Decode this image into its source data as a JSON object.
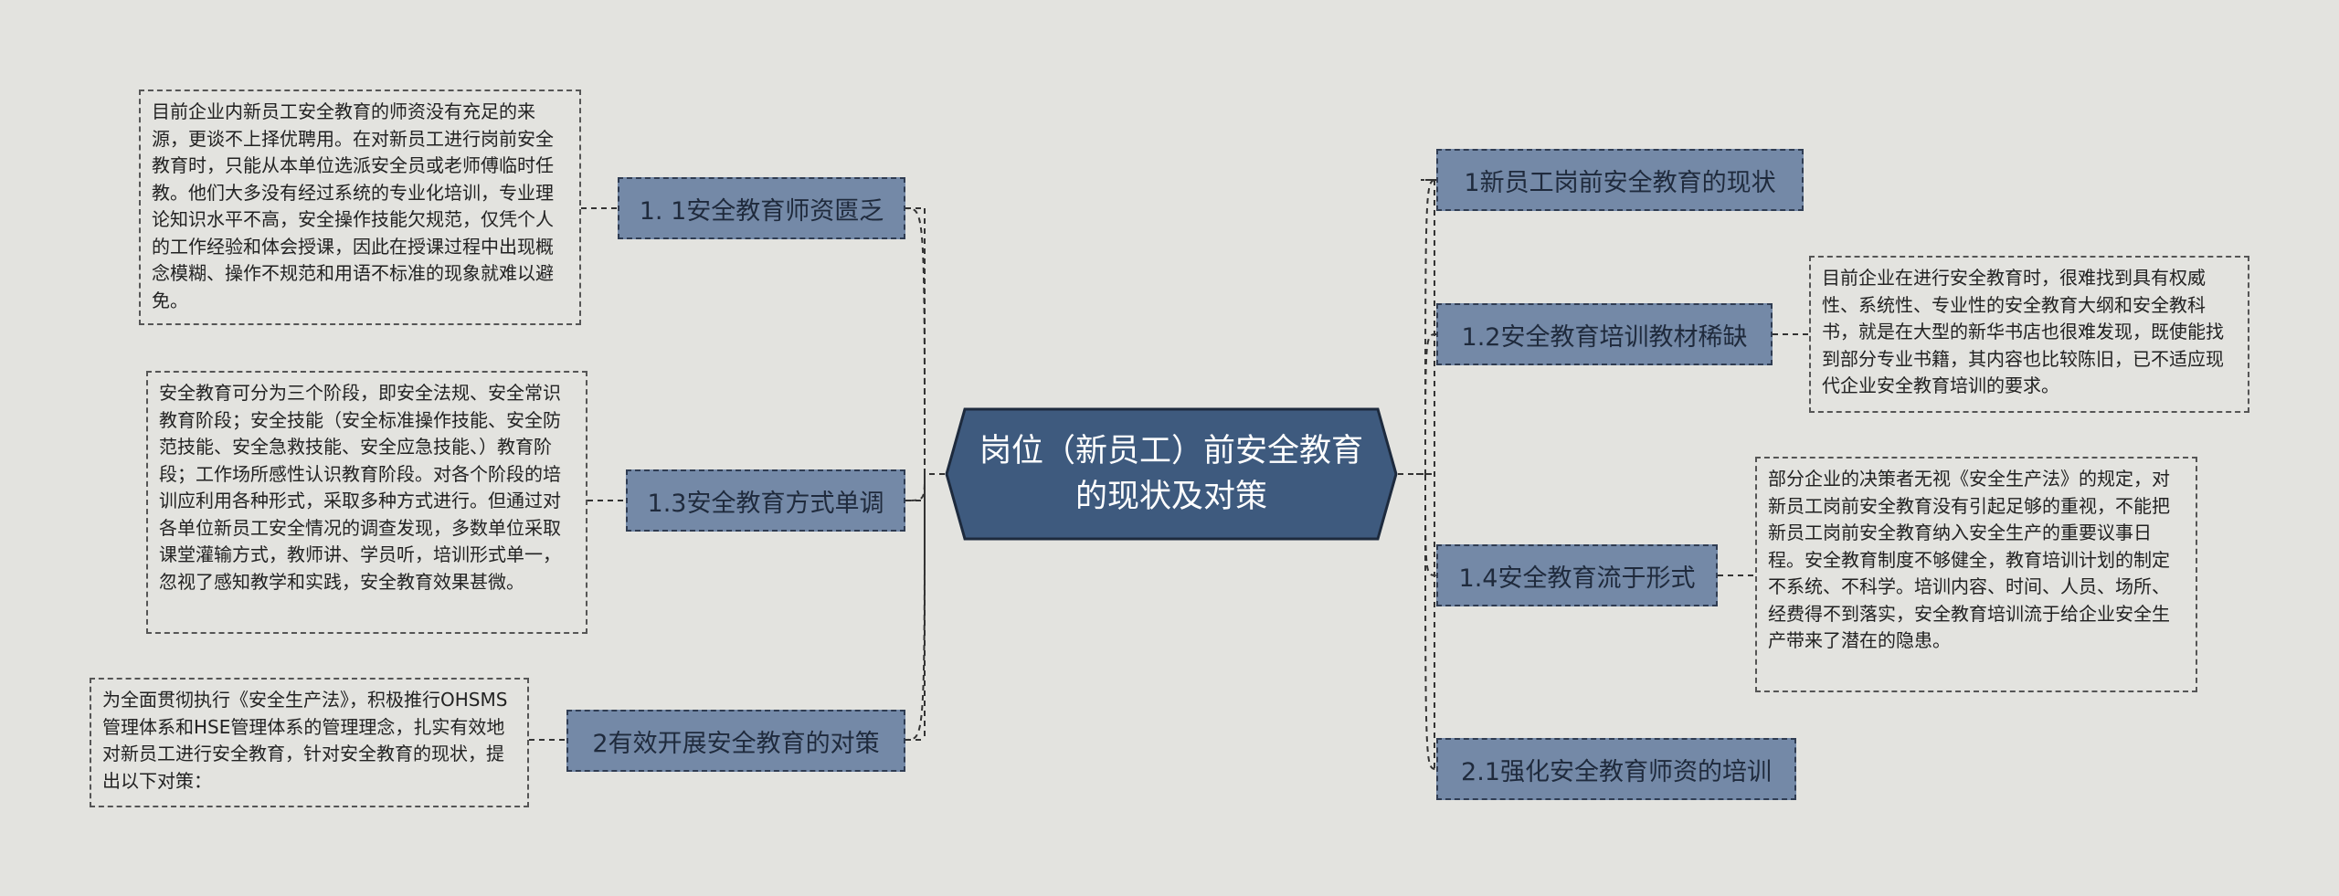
{
  "central": {
    "title": "岗位（新员工）前安全教育的现状及对策"
  },
  "colors": {
    "background": "#e3e3df",
    "central_fill": "#3e5a7e",
    "branch_fill": "#7489a7",
    "line": "#333333"
  },
  "left_branches": [
    {
      "label": "1. 1安全教育师资匮乏",
      "note": "目前企业内新员工安全教育的师资没有充足的来源，更谈不上择优聘用。在对新员工进行岗前安全教育时，只能从本单位选派安全员或老师傅临时任教。他们大多没有经过系统的专业化培训，专业理论知识水平不高，安全操作技能欠规范，仅凭个人的工作经验和体会授课，因此在授课过程中出现概念模糊、操作不规范和用语不标准的现象就难以避免。"
    },
    {
      "label": "1.3安全教育方式单调",
      "note": "安全教育可分为三个阶段，即安全法规、安全常识教育阶段；安全技能（安全标准操作技能、安全防范技能、安全急救技能、安全应急技能、）教育阶段；工作场所感性认识教育阶段。对各个阶段的培训应利用各种形式，采取多种方式进行。但通过对各单位新员工安全情况的调查发现，多数单位采取课堂灌输方式，教师讲、学员听，培训形式单一，忽视了感知教学和实践，安全教育效果甚微。"
    },
    {
      "label": "2有效开展安全教育的对策",
      "note": "为全面贯彻执行《安全生产法》，积极推行OHSMS管理体系和HSE管理体系的管理理念，扎实有效地对新员工进行安全教育，针对安全教育的现状，提出以下对策："
    }
  ],
  "right_branches": [
    {
      "label": "1新员工岗前安全教育的现状",
      "note": ""
    },
    {
      "label": "1.2安全教育培训教材稀缺",
      "note": "目前企业在进行安全教育时，很难找到具有权威性、系统性、专业性的安全教育大纲和安全教科书，就是在大型的新华书店也很难发现，既使能找到部分专业书籍，其内容也比较陈旧，已不适应现代企业安全教育培训的要求。"
    },
    {
      "label": "1.4安全教育流于形式",
      "note": "部分企业的决策者无视《安全生产法》的规定，对新员工岗前安全教育没有引起足够的重视，不能把新员工岗前安全教育纳入安全生产的重要议事日程。安全教育制度不够健全，教育培训计划的制定不系统、不科学。培训内容、时间、人员、场所、经费得不到落实，安全教育培训流于给企业安全生产带来了潜在的隐患。"
    },
    {
      "label": "2.1强化安全教育师资的培训",
      "note": ""
    }
  ]
}
